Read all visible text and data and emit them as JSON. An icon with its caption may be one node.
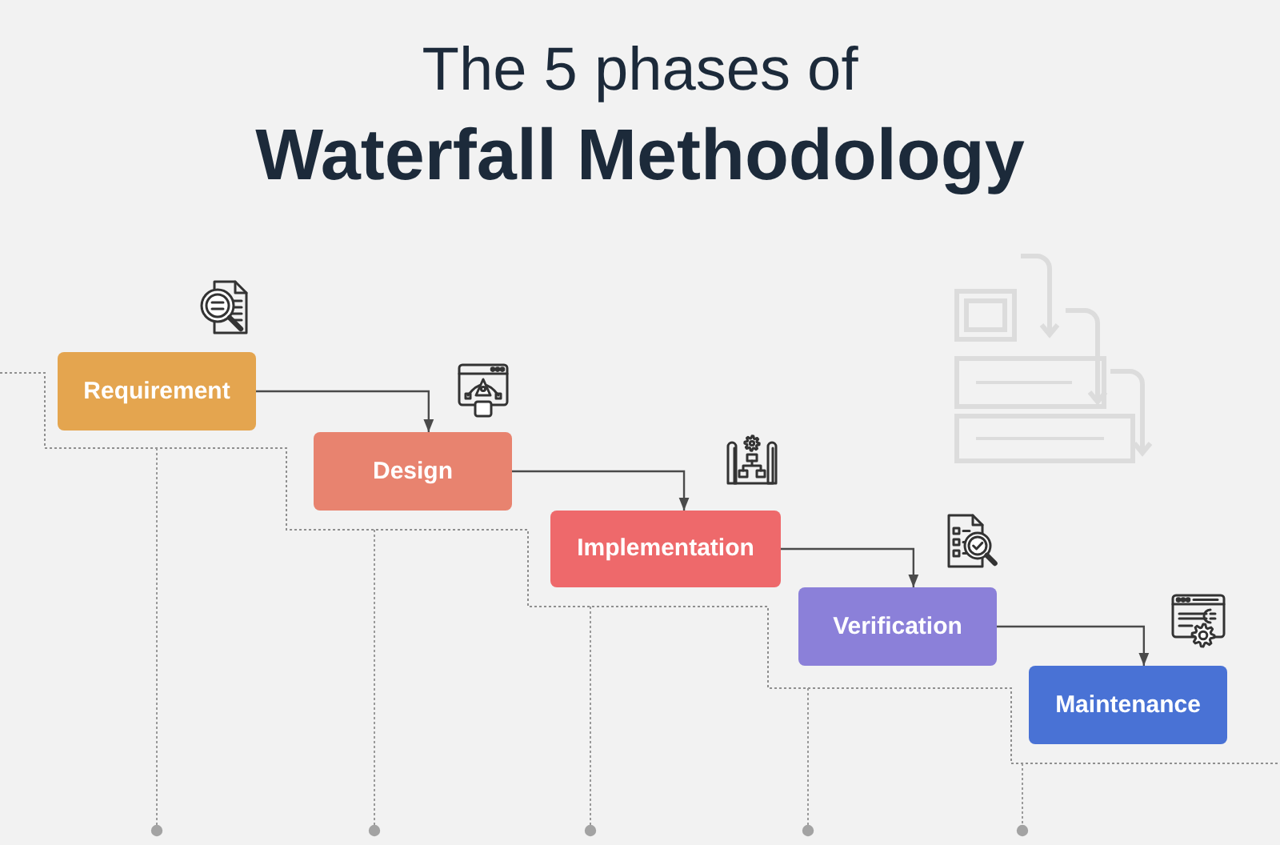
{
  "diagram": {
    "title": "The 5 phases of **Waterfall Methodology**",
    "nodes": [
      {
        "text": [
          "Requirement"
        ]
      },
      {
        "text": [
          "Design"
        ]
      },
      {
        "text": [
          "Implementation"
        ]
      },
      {
        "text": [
          "Verification"
        ]
      },
      {
        "text": [
          "Maintenance"
        ]
      }
    ],
    "edges": [
      {
        "from": 0,
        "to": 1,
        "arrow": "to"
      },
      {
        "from": 1,
        "to": 2,
        "arrow": "to"
      },
      {
        "from": 2,
        "to": 3,
        "arrow": "to"
      },
      {
        "from": 3,
        "to": 4,
        "arrow": "to"
      }
    ]
  }
}
